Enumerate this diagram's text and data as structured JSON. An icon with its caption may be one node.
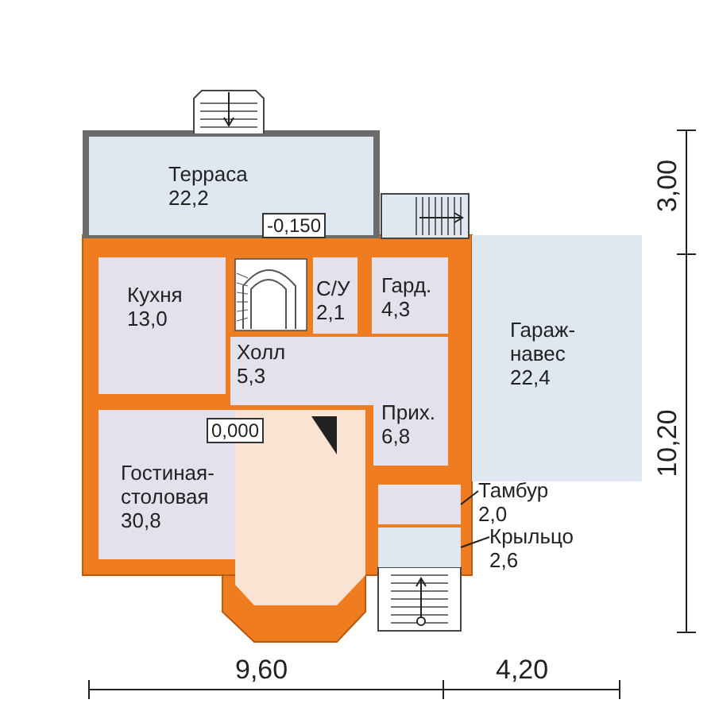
{
  "diagram": {
    "nodes": [
      {
        "text": [
          "Терраса",
          "22,2"
        ]
      },
      {
        "text": [
          "Кухня",
          "13,0"
        ]
      },
      {
        "text": [
          "С/У",
          "2,1"
        ]
      },
      {
        "text": [
          "Гард.",
          "4,3"
        ]
      },
      {
        "text": [
          "Гараж-навес",
          "22,4"
        ]
      },
      {
        "text": [
          "Холл",
          "5,3"
        ]
      },
      {
        "text": [
          "Прих.",
          "6,8"
        ]
      },
      {
        "text": [
          "Гостиная-столовая",
          "30,8"
        ]
      },
      {
        "text": [],
        "shape": "box"
      },
      {
        "text": [],
        "shape": "box"
      },
      {
        "text": [
          "Тамбур",
          "2,0"
        ]
      },
      {
        "text": [
          "Крыльцо",
          "2,6"
        ]
      }
    ],
    "edges": [
      {
        "from": 10,
        "to": 8,
        "arrow": "none"
      },
      {
        "from": 11,
        "to": 9,
        "arrow": "none"
      }
    ],
    "labels": [
      "-0,150",
      "0,000",
      "9,60",
      "4,20",
      "3,00",
      "10,20"
    ]
  }
}
